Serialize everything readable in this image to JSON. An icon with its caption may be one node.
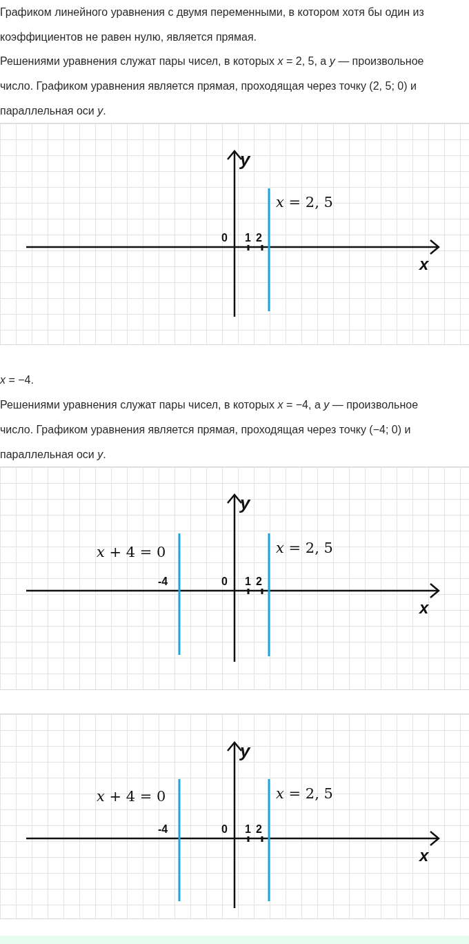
{
  "diagram": {
    "labels": [
      "Графиком линейного уравнения с двумя переменными, в котором хотя бы один из коэффициентов не равен нулю, является прямая.",
      "Решениями уравнения служат пары чисел, в которых *x* = 2, 5, а *y* — произвольное число. Графиком уравнения является прямая, проходящая через точку (2, 5;  0) и параллельная оси *y*.",
      "y",
      "*x* = 2, 5",
      "0",
      "1",
      "2",
      "x",
      "*x* = −4.",
      "Решениями уравнения служат пары чисел, в которых *x* = −4, а *y* — произвольное число. Графиком уравнения является прямая, проходящая через точку (−4;  0) и параллельная оси *y*.",
      "y",
      "*x* + 4 = 0",
      "*x* = 2, 5",
      "-4",
      "0",
      "1",
      "2",
      "x",
      "y",
      "*x* + 4 = 0",
      "*x* = 2, 5",
      "-4",
      "0",
      "1",
      "2",
      "x"
    ]
  }
}
